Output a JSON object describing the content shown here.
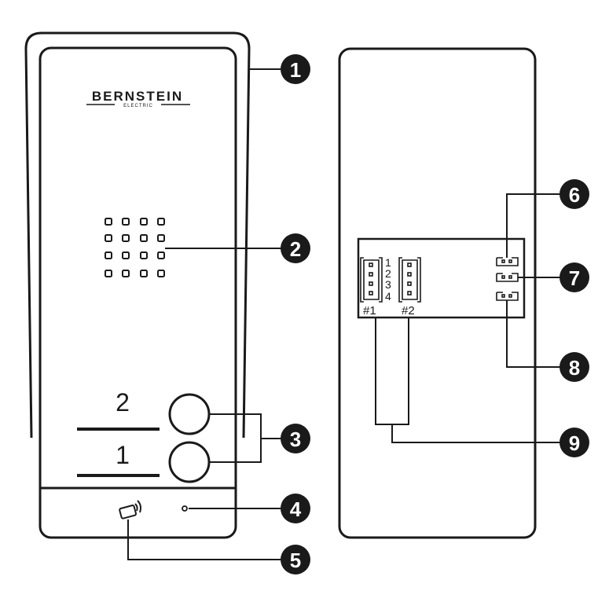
{
  "brand": {
    "name": "BERNSTEIN",
    "sub": "ELECTRIC"
  },
  "buttons": [
    {
      "label": "2"
    },
    {
      "label": "1"
    }
  ],
  "connectors": {
    "pins": [
      "1",
      "2",
      "3",
      "4"
    ],
    "labels": [
      "#1",
      "#2"
    ]
  },
  "callouts": [
    "1",
    "2",
    "3",
    "4",
    "5",
    "6",
    "7",
    "8",
    "9"
  ],
  "colors": {
    "line": "#1a1a1a",
    "callout_fill": "#1a1a1a",
    "callout_text": "#ffffff",
    "background": "#ffffff"
  },
  "icons": {
    "rfid": "rfid-tag-icon",
    "led": "led-indicator-icon"
  }
}
